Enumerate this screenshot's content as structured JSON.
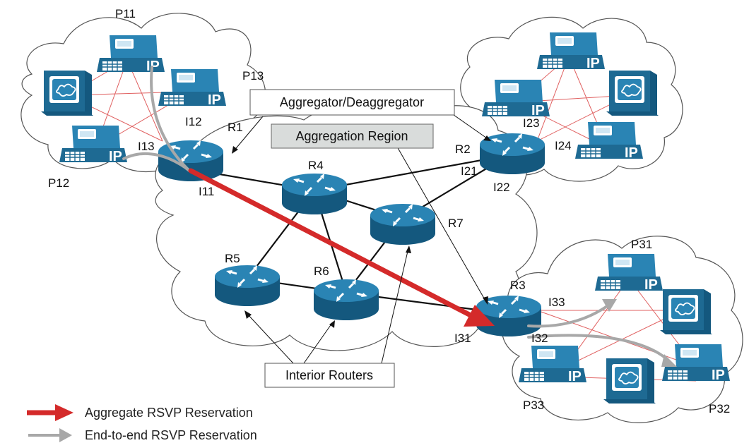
{
  "labels": {
    "aggregator_box": "Aggregator/Deaggregator",
    "region_box": "Aggregation Region",
    "interior_box": "Interior Routers"
  },
  "routers": {
    "r1": "R1",
    "r2": "R2",
    "r3": "R3",
    "r4": "R4",
    "r5": "R5",
    "r6": "R6",
    "r7": "R7"
  },
  "interfaces": {
    "i11": "I11",
    "i12": "I12",
    "i13": "I13",
    "i21": "I21",
    "i22": "I22",
    "i23": "I23",
    "i24": "I24",
    "i31": "I31",
    "i32": "I32",
    "i33": "I33"
  },
  "phones": {
    "p11": "P11",
    "p12": "P12",
    "p13": "P13",
    "p31": "P31",
    "p32": "P32",
    "p33": "P33"
  },
  "phone_badge": "IP",
  "legend": {
    "aggregate": "Aggregate RSVP Reservation",
    "end_to_end": "End-to-end RSVP Reservation"
  },
  "colors": {
    "device_blue": "#1e6a93",
    "aggregate_red": "#d42a2a",
    "end_to_end_gray": "#a8a8a8",
    "mesh_red": "#e06060"
  }
}
